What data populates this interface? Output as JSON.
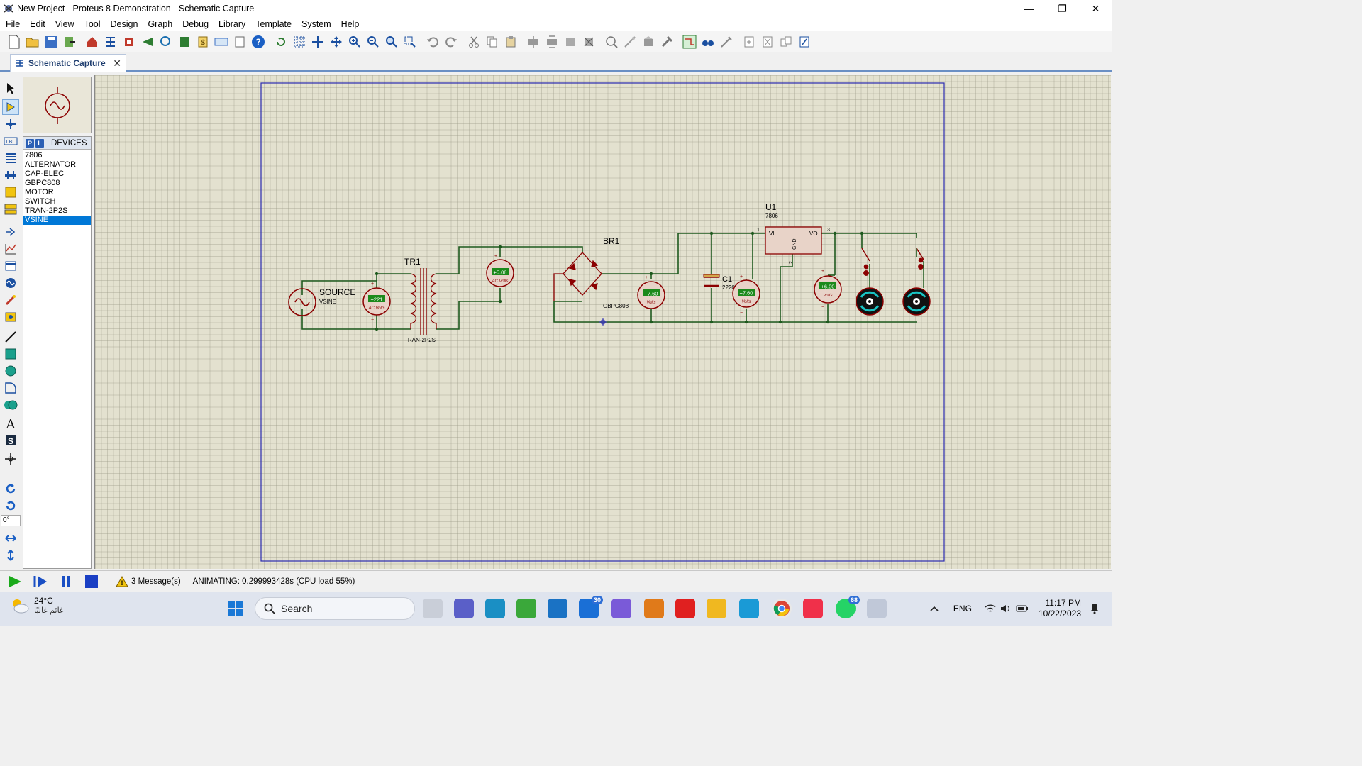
{
  "window": {
    "title": "New Project - Proteus 8 Demonstration - Schematic Capture",
    "minimize": "—",
    "restore": "❐",
    "close": "✕"
  },
  "menu": [
    "File",
    "Edit",
    "View",
    "Tool",
    "Design",
    "Graph",
    "Debug",
    "Library",
    "Template",
    "System",
    "Help"
  ],
  "tab": {
    "label": "Schematic Capture",
    "close": "✕"
  },
  "angle": "0°",
  "devices": {
    "header": "DEVICES",
    "p_button": "P",
    "l_button": "L",
    "items": [
      "7806",
      "ALTERNATOR",
      "CAP-ELEC",
      "GBPC808",
      "MOTOR",
      "SWITCH",
      "TRAN-2P2S",
      "VSINE"
    ],
    "selected_index": 7
  },
  "schematic": {
    "source_label": "SOURCE",
    "source_type": "VSINE",
    "tr_label": "TR1",
    "tr_type": "TRAN-2P2S",
    "br_label": "BR1",
    "br_type": "GBPC808",
    "c_label": "C1",
    "c_value": "2220",
    "u_label": "U1",
    "u_type": "7806",
    "u_pin_vi": "VI",
    "u_pin_vo": "VO",
    "u_pin_gnd": "GND",
    "u_pin_1": "1",
    "u_pin_2": "2",
    "u_pin_3": "3",
    "meters": [
      {
        "value": "+221",
        "unit": "AC Volts"
      },
      {
        "value": "+5.08",
        "unit": "AC Volts"
      },
      {
        "value": "+7.60",
        "unit": "Volts"
      },
      {
        "value": "+7.60",
        "unit": "Volts"
      },
      {
        "value": "+6.00",
        "unit": "Volts"
      }
    ],
    "plus": "+",
    "minus": "−"
  },
  "status": {
    "messages": "3 Message(s)",
    "animating": "ANIMATING: 0.299993428s (CPU load 55%)"
  },
  "taskbar": {
    "temperature": "24°C",
    "condition": "غائم غالبًا",
    "search": "Search",
    "teams_badge": "30",
    "whatsapp_badge": "68",
    "language": "ENG",
    "time": "11:17 PM",
    "date": "10/22/2023"
  },
  "colors": {
    "wire": "#1e5a1e",
    "component": "#8b0000",
    "meter_display": "#1c8a1c",
    "sheet_border": "#2a2ab0",
    "selected": "#0078d7"
  }
}
